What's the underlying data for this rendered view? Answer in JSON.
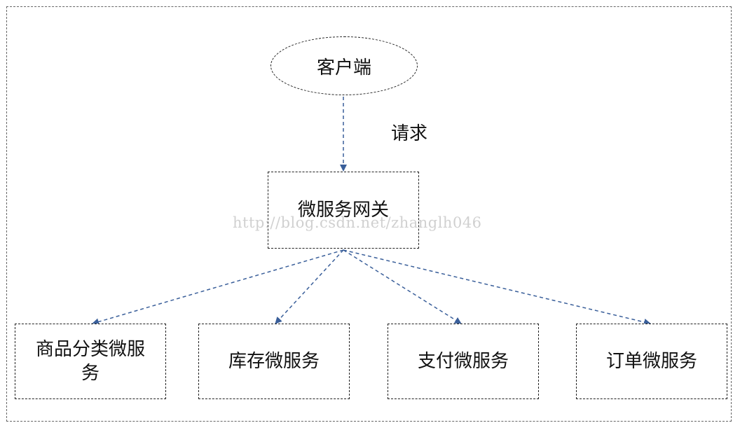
{
  "client": {
    "label": "客户端"
  },
  "request_label": "请求",
  "gateway": {
    "label": "微服务网关"
  },
  "services": [
    {
      "label": "商品分类微服务"
    },
    {
      "label": "库存微服务"
    },
    {
      "label": "支付微服务"
    },
    {
      "label": "订单微服务"
    }
  ],
  "watermark": "http://blog.csdn.net/zhanglh046",
  "colors": {
    "arrow": "#3a5f9a",
    "border": "#222222"
  }
}
